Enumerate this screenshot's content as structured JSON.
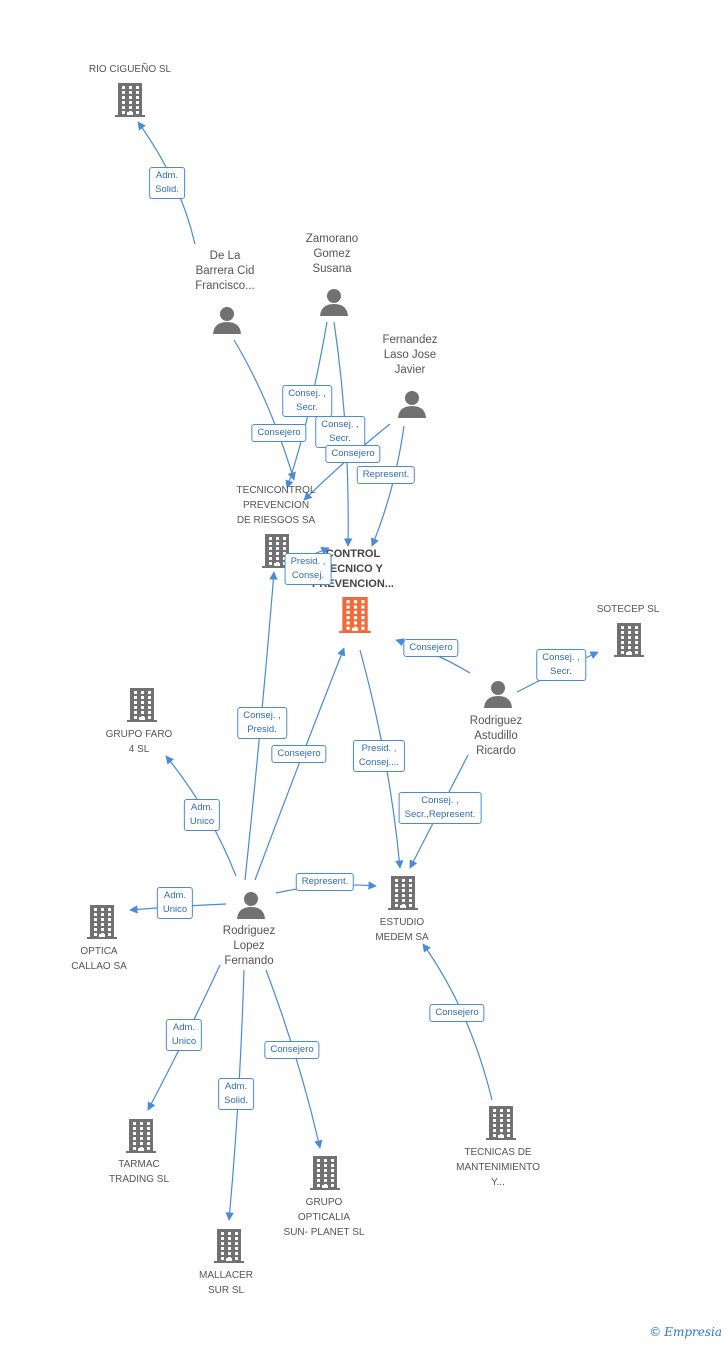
{
  "colors": {
    "edge": "#4a8ad8",
    "building": "#717171",
    "building_main": "#f26a3a",
    "person": "#717171"
  },
  "nodes": [
    {
      "id": "rio",
      "type": "company",
      "label": "RIO CIGUEÑO SL"
    },
    {
      "id": "delabarrera",
      "type": "person",
      "label": "De La\nBarrera Cid\nFrancisco..."
    },
    {
      "id": "zamorano",
      "type": "person",
      "label": "Zamorano\nGomez\nSusana"
    },
    {
      "id": "fernandez",
      "type": "person",
      "label": "Fernandez\nLaso Jose\nJavier"
    },
    {
      "id": "tecnicontrol",
      "type": "company",
      "label": "TECNICONTROL\nPREVENCION\nDE RIESGOS SA"
    },
    {
      "id": "main",
      "type": "main",
      "label": "CONTROL\nTECNICO Y\nPREVENCION..."
    },
    {
      "id": "sotecep",
      "type": "company",
      "label": "SOTECEP SL"
    },
    {
      "id": "rodriguezastudillo",
      "type": "person",
      "label": "Rodriguez\nAstudillo\nRicardo"
    },
    {
      "id": "grupofaro",
      "type": "company",
      "label": "GRUPO FARO\n4 SL"
    },
    {
      "id": "estudio",
      "type": "company",
      "label": "ESTUDIO\nMEDEM SA"
    },
    {
      "id": "rodriguezlopez",
      "type": "person",
      "label": "Rodriguez\nLopez\nFernando"
    },
    {
      "id": "optica",
      "type": "company",
      "label": "OPTICA\nCALLAO SA"
    },
    {
      "id": "tarmac",
      "type": "company",
      "label": "TARMAC\nTRADING SL"
    },
    {
      "id": "mallacer",
      "type": "company",
      "label": "MALLACER\nSUR SL"
    },
    {
      "id": "grupoopticalia",
      "type": "company",
      "label": "GRUPO\nOPTICALIA\nSUN- PLANET SL"
    },
    {
      "id": "tecnicas",
      "type": "company",
      "label": "TECNICAS DE\nMANTENIMIENTO\nY..."
    }
  ],
  "relations": [
    {
      "id": "r1",
      "label": "Adm.\nSolid."
    },
    {
      "id": "r2",
      "label": "Consejero"
    },
    {
      "id": "r3",
      "label": "Consej. ,\nSecr."
    },
    {
      "id": "r4",
      "label": "Consej. ,\nSecr."
    },
    {
      "id": "r5",
      "label": "Consejero"
    },
    {
      "id": "r6",
      "label": "Represent."
    },
    {
      "id": "r7",
      "label": "Presid. ,\nConsej."
    },
    {
      "id": "r8",
      "label": "Consejero"
    },
    {
      "id": "r9",
      "label": "Consej. ,\nSecr."
    },
    {
      "id": "r10",
      "label": "Consej. ,\nPresid."
    },
    {
      "id": "r11",
      "label": "Consejero"
    },
    {
      "id": "r12",
      "label": "Presid. ,\nConsej...."
    },
    {
      "id": "r13",
      "label": "Consej. ,\nSecr.,Represent."
    },
    {
      "id": "r14",
      "label": "Adm.\nUnico"
    },
    {
      "id": "r15",
      "label": "Represent."
    },
    {
      "id": "r16",
      "label": "Adm.\nUnico"
    },
    {
      "id": "r17",
      "label": "Adm.\nUnico"
    },
    {
      "id": "r18",
      "label": "Adm.\nSolid."
    },
    {
      "id": "r19",
      "label": "Consejero"
    },
    {
      "id": "r20",
      "label": "Consejero"
    }
  ],
  "brand": {
    "copyright": "©",
    "name": "Empresia"
  }
}
